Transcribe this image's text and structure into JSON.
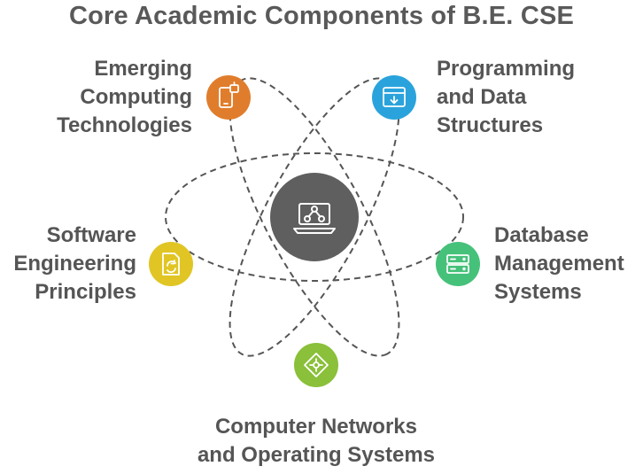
{
  "title": "Core Academic Components of B.E. CSE",
  "center": {
    "icon": "laptop-network-icon",
    "color": "#5f5f5f"
  },
  "components": {
    "emerging": {
      "lines": [
        "Emerging",
        "Computing",
        "Technologies"
      ],
      "icon": "mobile-robot-icon",
      "color": "#e07d2c"
    },
    "programming": {
      "lines": [
        "Programming",
        "and Data",
        "Structures"
      ],
      "icon": "code-window-icon",
      "color": "#2aa3dc"
    },
    "software": {
      "lines": [
        "Software",
        "Engineering",
        "Principles"
      ],
      "icon": "document-cycle-icon",
      "color": "#e1c524"
    },
    "database": {
      "lines": [
        "Database",
        "Management",
        "Systems"
      ],
      "icon": "server-stack-icon",
      "color": "#46c17a"
    },
    "networks": {
      "lines": [
        "Computer Networks",
        "and Operating Systems"
      ],
      "icon": "network-diamond-icon",
      "color": "#8ac03a"
    }
  }
}
